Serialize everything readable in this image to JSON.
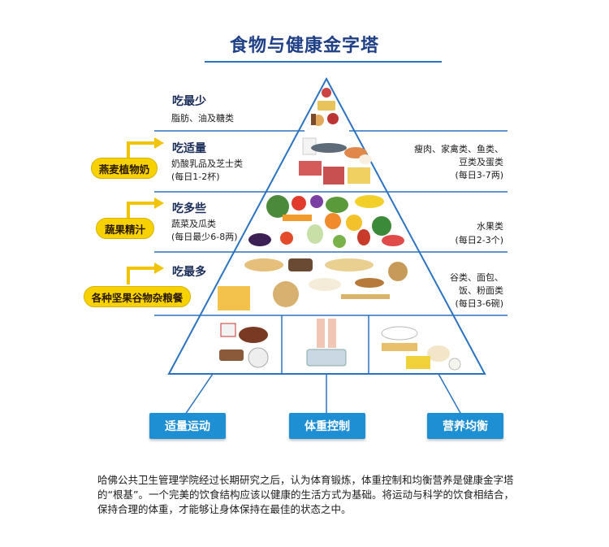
{
  "title": "食物与健康金字塔",
  "levels": [
    {
      "title": "吃最少",
      "desc": "脂肪、油及糖类"
    },
    {
      "title": "吃适量",
      "desc": "奶酸乳品及芝士类",
      "serving": "(每日1-2杯)",
      "right": [
        "瘦肉、家禽类、鱼类、",
        "豆类及蛋类",
        "(每日3-7两)"
      ]
    },
    {
      "title": "吃多些",
      "desc": "蔬菜及瓜类",
      "serving": "(每日最少6-8两)",
      "right": [
        "水果类",
        "(每日2-3个)"
      ]
    },
    {
      "title": "吃最多",
      "right": [
        "谷类、面包、",
        "饭、粉面类",
        "(每日3-6碗)"
      ]
    }
  ],
  "badges": [
    "燕麦植物奶",
    "蔬果精汁",
    "各种坚果谷物杂粮餐"
  ],
  "foundation": [
    "适量运动",
    "体重控制",
    "营养均衡"
  ],
  "footnote": "哈佛公共卫生管理学院经过长期研究之后，认为体育锻炼，体重控制和均衡营养是健康金字塔的“根基”。一个完美的饮食结构应该以健康的生活方式为基础。将运动与科学的饮食相结合，保持合理的体重，才能够让身体保持在最佳的状态之中。",
  "colors": {
    "line": "#2b73c0",
    "badge": "#f7d200",
    "button": "#1f8fd3",
    "title": "#1f3f86"
  }
}
